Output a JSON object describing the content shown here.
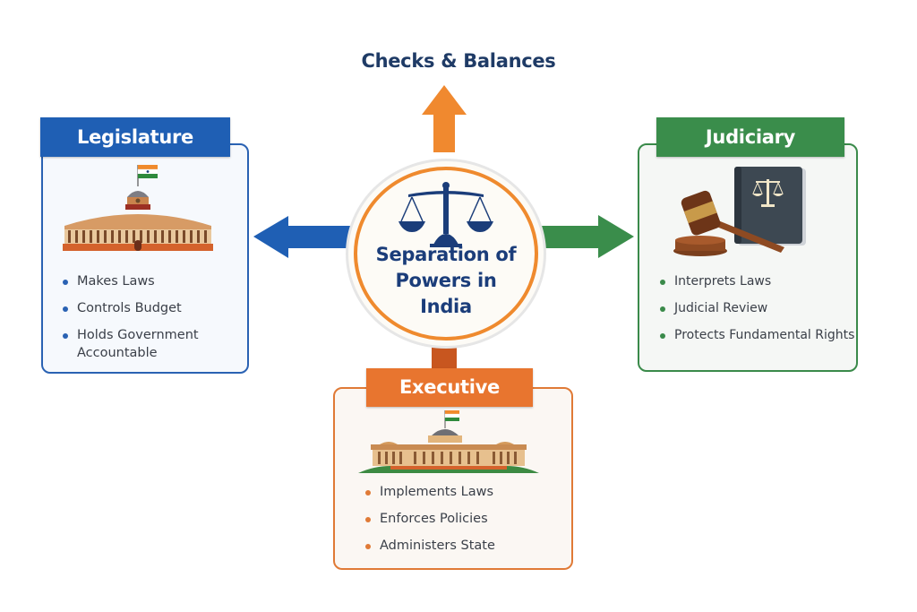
{
  "diagram": {
    "top_label": "Checks & Balances",
    "center": {
      "title_lines": [
        "Separation of",
        "Powers in",
        "India"
      ],
      "icon": "scales-of-justice-icon"
    },
    "branches": {
      "legislature": {
        "title": "Legislature",
        "color": "#1f5fb4",
        "icon": "parliament-building-icon",
        "points": [
          "Makes Laws",
          "Controls Budget",
          "Holds Government Accountable"
        ]
      },
      "judiciary": {
        "title": "Judiciary",
        "color": "#3a8d4b",
        "icon": "gavel-and-law-book-icon",
        "points": [
          "Interprets Laws",
          "Judicial Review",
          "Protects Fundamental Rights"
        ]
      },
      "executive": {
        "title": "Executive",
        "color": "#e8752f",
        "icon": "rashtrapati-bhavan-icon",
        "points": [
          "Implements Laws",
          "Enforces Policies",
          "Administers State"
        ]
      }
    },
    "arrows": [
      {
        "direction": "up",
        "color": "#f0892f",
        "target": "Checks & Balances"
      },
      {
        "direction": "left",
        "color": "#1f5fb4",
        "target": "Legislature"
      },
      {
        "direction": "right",
        "color": "#3a8d4b",
        "target": "Judiciary"
      },
      {
        "direction": "down",
        "color": "#c8561f",
        "target": "Executive"
      }
    ]
  }
}
